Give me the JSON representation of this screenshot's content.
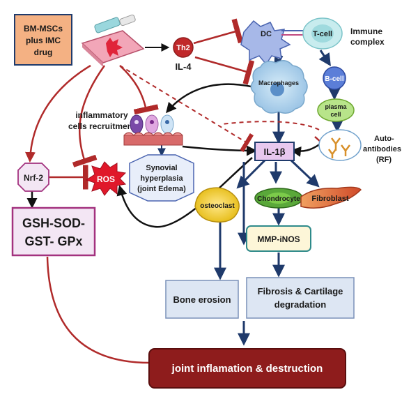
{
  "treatment": {
    "line1": "BM-MSCs",
    "line2": "plus IMC",
    "line3": "drug"
  },
  "nodes": {
    "th2": "Th2",
    "il4": "IL-4",
    "dc": "DC",
    "tcell": "T-cell",
    "immune_line1": "Immune",
    "immune_line2": "complex",
    "macrophages": "Macrophages",
    "bcell": "B-cell",
    "plasma_line1": "plasma",
    "plasma_line2": "cell",
    "inflam_line1": "inflammatory",
    "inflam_line2": "cells recruitment",
    "autoab_line1": "Auto-",
    "autoab_line2": "antibodies",
    "autoab_line3": "(RF)",
    "il1b": "IL-1β",
    "nrf2": "Nrf-2",
    "ros": "ROS",
    "syn_line1": "Synovial",
    "syn_line2": "hyperplasia",
    "syn_line3": "(joint Edema)",
    "gsh_line1": "GSH-SOD-",
    "gsh_line2": "GST- GPx",
    "osteoclast": "osteoclast",
    "chondrocyte": "Chondrocyte",
    "fibroblast": "Fibroblast",
    "mmp": "MMP-iNOS",
    "bone": "Bone erosion",
    "fib_line1": "Fibrosis & Cartilage",
    "fib_line2": "degradation",
    "joint": "joint inflamation & destruction"
  },
  "colors": {
    "inhibit_red": "#b02a2a",
    "activate_navy": "#1f3a6b",
    "treatment_fill": "#f4b183",
    "gsh_fill": "#f3e6f4",
    "gsh_stroke": "#a3327f",
    "joint_fill": "#8e1c1c",
    "il1b_fill": "#e8c8ee",
    "box_fill": "#dde6f3"
  }
}
